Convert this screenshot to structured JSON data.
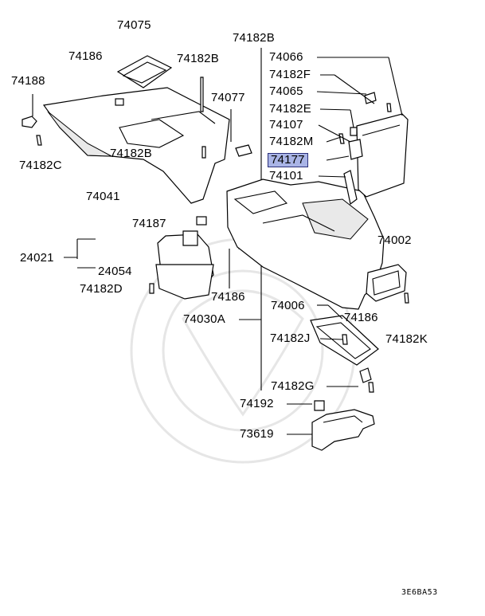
{
  "diagram_code": "3E6BA53",
  "highlighted_part": "74177",
  "labels": {
    "p74075": "74075",
    "p74182B_top": "74182B",
    "p74186_top": "74186",
    "p74182B_upper": "74182B",
    "p74188": "74188",
    "p74077": "74077",
    "p74182C": "74182C",
    "p74182B_mid": "74182B",
    "p74041": "74041",
    "p74187": "74187",
    "p24021": "24021",
    "p24054": "24054",
    "p74182D": "74182D",
    "p74186_mid": "74186",
    "p74030A": "74030A",
    "p74066": "74066",
    "p74182F": "74182F",
    "p74065": "74065",
    "p74182E": "74182E",
    "p74107": "74107",
    "p74182M": "74182M",
    "p74177": "74177",
    "p74101": "74101",
    "p74002": "74002",
    "p74006": "74006",
    "p74186_low": "74186",
    "p74182J": "74182J",
    "p74182K": "74182K",
    "p74182G": "74182G",
    "p74192": "74192",
    "p73619": "73619"
  }
}
